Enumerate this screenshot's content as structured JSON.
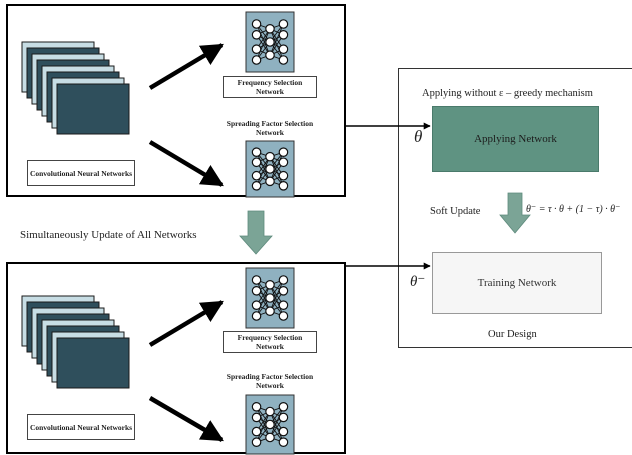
{
  "top_panel": {
    "cnn_label": "Convolutional Neural Networks",
    "freq_label": "Frequency Selection Network",
    "sf_label": "Spreading Factor Selection Network"
  },
  "bottom_panel": {
    "cnn_label": "Convolutional Neural Networks",
    "freq_label": "Frequency Selection Network",
    "sf_label": "Spreading Factor Selection Network"
  },
  "update_label": "Simultaneously Update of All Networks",
  "design": {
    "applying_caption": "Applying without ε – greedy mechanism",
    "applying_network": "Applying  Network",
    "theta": "θ",
    "theta_minus": "θ⁻",
    "soft_update": "Soft Update",
    "soft_update_formula": "θ⁻ = τ · θ + (1 − τ) · θ⁻",
    "training_network": "Training  Network",
    "our_design": "Our Design"
  },
  "colors": {
    "layer_dark": "#2f4f5c",
    "layer_light": "#c7dde4",
    "net_box": "#8fb1c0",
    "applying_box": "#5f9382",
    "update_arrow": "#7ba496"
  }
}
